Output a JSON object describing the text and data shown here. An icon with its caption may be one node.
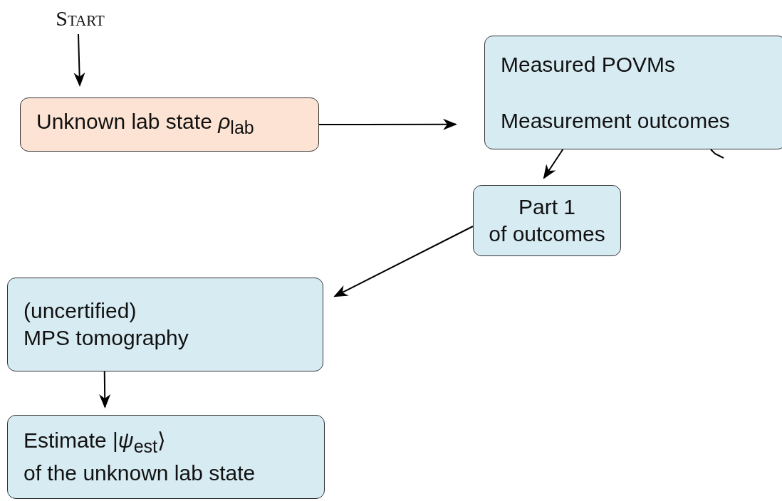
{
  "diagram": {
    "nodes": [
      {
        "text": [
          "Start"
        ]
      },
      {
        "text": [
          "Unknown lab state *ρ*$_{lab}$"
        ]
      },
      {
        "text": [
          "Measured POVMs",
          "Measurement outcomes"
        ]
      },
      {
        "text": [
          "Part 1 of outcomes"
        ]
      },
      {
        "text": [
          "(uncertified) MPS tomography"
        ]
      },
      {
        "text": [
          "Estimate |*ψ*$_{est}$⟩ of the unknown lab state"
        ]
      }
    ],
    "edges": [
      {
        "from": 0,
        "to": 1,
        "arrow": "to"
      },
      {
        "from": 1,
        "to": 2,
        "arrow": "to"
      },
      {
        "from": 2,
        "to": 3,
        "arrow": "to"
      },
      {
        "from": 3,
        "to": 4,
        "arrow": "to"
      },
      {
        "from": 4,
        "to": 5,
        "arrow": "to"
      },
      {
        "from": 2,
        "to": null,
        "arrow": "none"
      }
    ]
  }
}
